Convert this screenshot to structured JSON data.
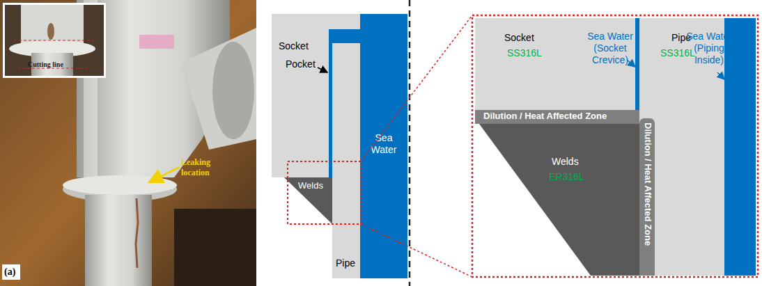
{
  "diagram": {
    "nodes": [
      {
        "text": [
          "Socket"
        ]
      },
      {
        "text": [
          "Sea Water"
        ]
      },
      {
        "text": [
          "Welds"
        ]
      },
      {
        "text": [
          "Pipe"
        ]
      },
      {
        "text": [
          "Socket",
          "SS316L"
        ]
      },
      {
        "text": [
          "Dilution / Heat Affected Zone"
        ]
      },
      {
        "text": [
          "Welds",
          "ER316L"
        ]
      },
      {
        "text": [
          "Dilution / Heat Affected Zone"
        ]
      },
      {
        "text": [
          "Pipe",
          "SS316L"
        ]
      }
    ],
    "labels": [
      "Cutting line",
      "Leaking location",
      "(a)",
      "Pocket",
      "Sea Water (Socket Crevice)",
      "Sea Water (Piping Inside)"
    ]
  }
}
